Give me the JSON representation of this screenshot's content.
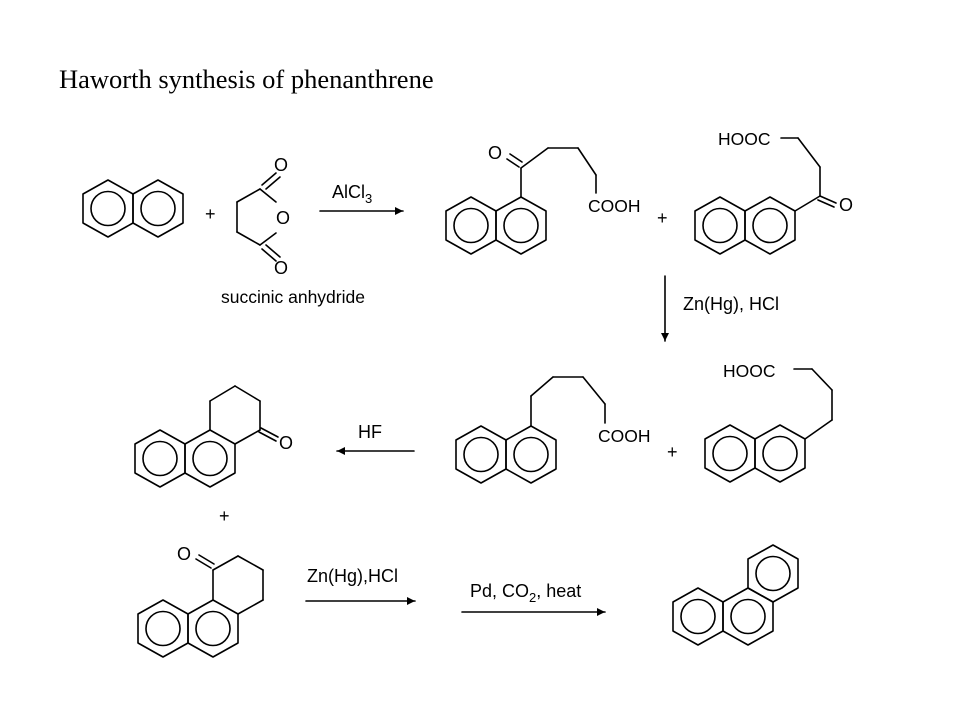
{
  "title": "Haworth synthesis of phenanthrene",
  "reagents": {
    "step1": {
      "main": "AlCl",
      "sub": "3"
    },
    "step2": "Zn(Hg), HCl",
    "step3": "HF",
    "step4": "Zn(Hg),HCl",
    "step5": {
      "pre": "Pd, CO",
      "sub": "2",
      "post": ", heat"
    }
  },
  "labels": {
    "succinic_anhydride": "succinic anhydride",
    "plus": "+",
    "oxygen": "O",
    "cooh": "COOH",
    "hooc": "HOOC"
  }
}
